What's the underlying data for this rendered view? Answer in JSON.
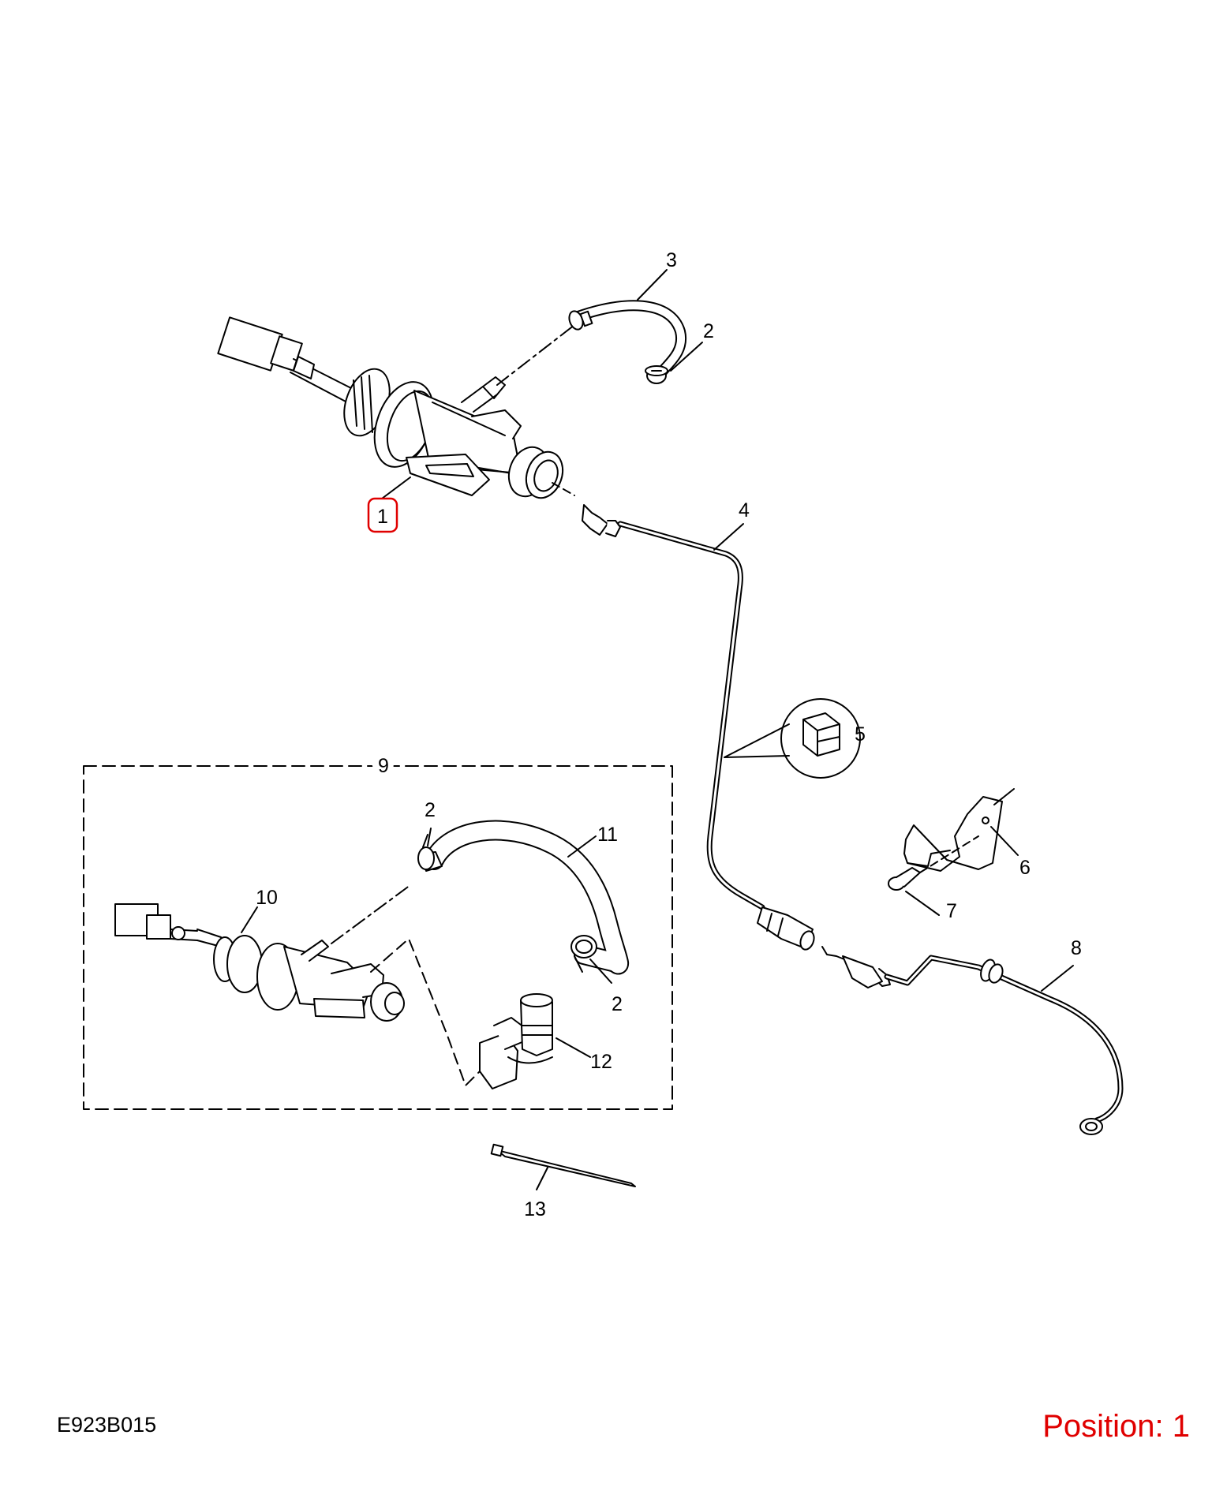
{
  "diagram_code": "E923B015",
  "position": {
    "label": "Position:",
    "value": "1"
  },
  "highlight_color": "#e00000",
  "group_box_label": "9",
  "callouts": {
    "c1": "1",
    "c2a": "2",
    "c3": "3",
    "c4": "4",
    "c5": "5",
    "c6": "6",
    "c7": "7",
    "c8": "8",
    "c2b": "2",
    "c11": "11",
    "c10": "10",
    "c2c": "2",
    "c12": "12",
    "c13": "13"
  },
  "highlighted_callout": "1"
}
